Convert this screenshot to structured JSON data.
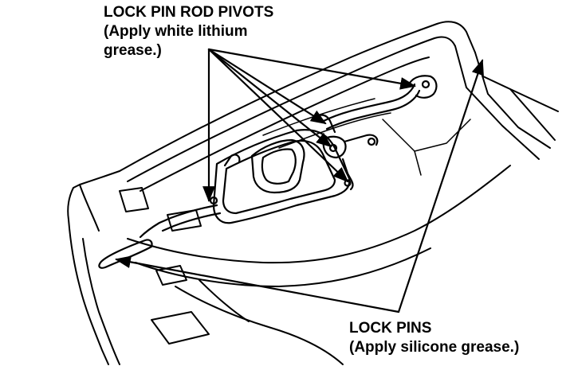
{
  "callouts": {
    "pivots": {
      "title": "LOCK PIN ROD PIVOTS",
      "line2": "(Apply white lithium",
      "line3": "grease.)"
    },
    "pins": {
      "title": "LOCK PINS",
      "line2": "(Apply silicone grease.)"
    }
  },
  "colors": {
    "ink": "#000000",
    "paper": "#ffffff"
  }
}
